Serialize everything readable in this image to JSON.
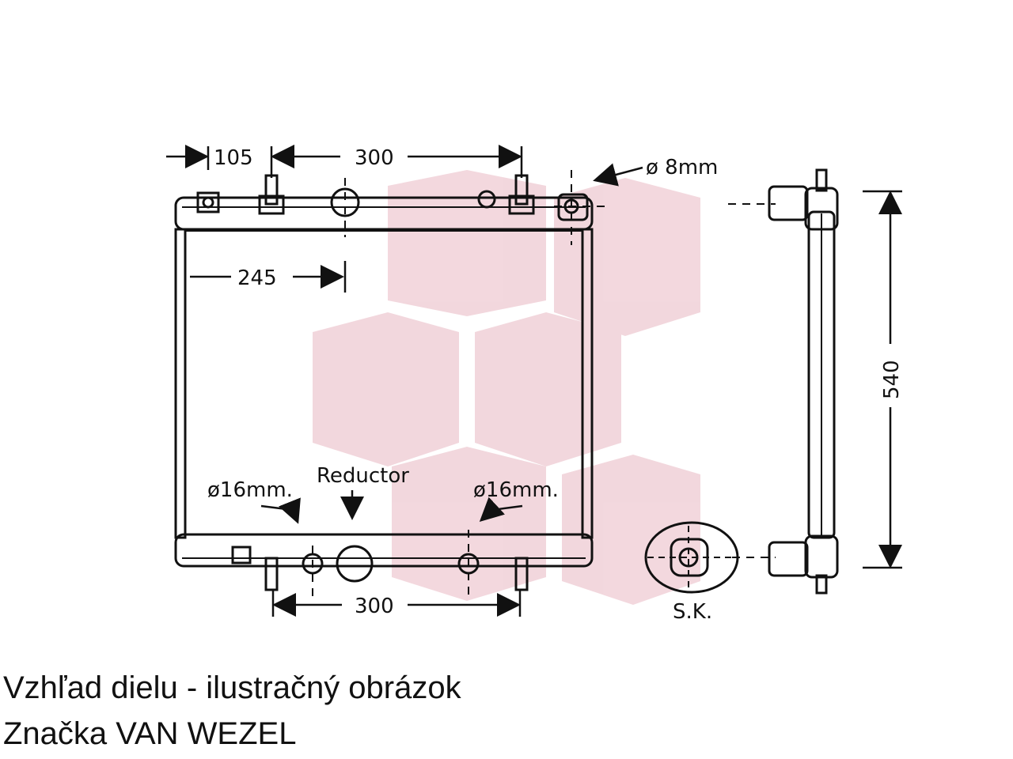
{
  "dimensions": {
    "top_offset": "105",
    "top_spacing": "300",
    "inlet_offset": "245",
    "bottom_spacing": "300",
    "height": "540"
  },
  "labels": {
    "vent_diameter": "ø 8mm",
    "left_pipe_diameter": "ø16mm.",
    "right_pipe_diameter": "ø16mm.",
    "reductor": "Reductor",
    "sk": "S.K."
  },
  "watermark": {
    "color": "#e9b8c2",
    "shape": "hexagon-pattern"
  },
  "caption": {
    "line1": "Vzhľad dielu - ilustračný obrázok",
    "line2": "Značka VAN WEZEL"
  }
}
